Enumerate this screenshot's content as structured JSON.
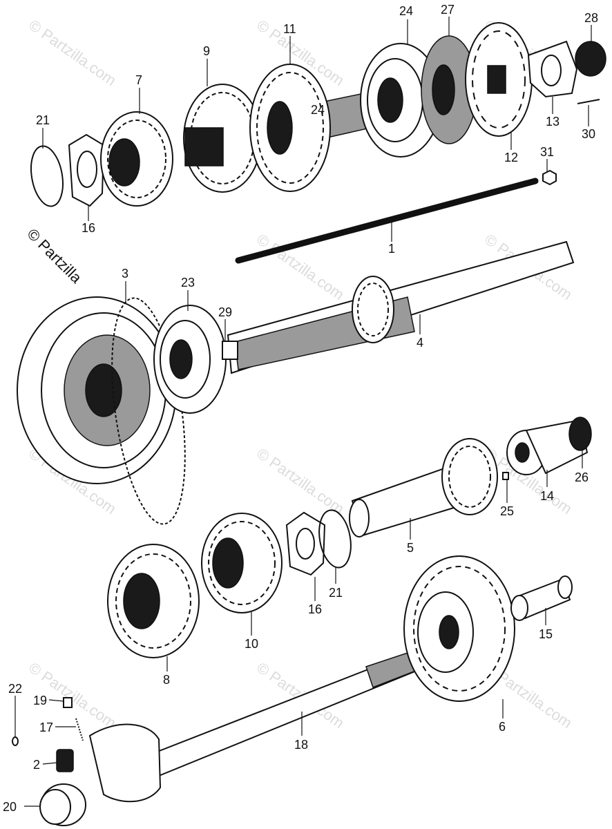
{
  "diagram": {
    "copyright": "© Partzilla",
    "watermark": "© Partzilla.com",
    "callouts": [
      {
        "id": "c28",
        "label": "28"
      },
      {
        "id": "c27",
        "label": "27"
      },
      {
        "id": "c24a",
        "label": "24"
      },
      {
        "id": "c11",
        "label": "11"
      },
      {
        "id": "c9",
        "label": "9"
      },
      {
        "id": "c7",
        "label": "7"
      },
      {
        "id": "c21a",
        "label": "21"
      },
      {
        "id": "c16a",
        "label": "16"
      },
      {
        "id": "c24b",
        "label": "24"
      },
      {
        "id": "c13",
        "label": "13"
      },
      {
        "id": "c30",
        "label": "30"
      },
      {
        "id": "c12",
        "label": "12"
      },
      {
        "id": "c31",
        "label": "31"
      },
      {
        "id": "c1",
        "label": "1"
      },
      {
        "id": "c3",
        "label": "3"
      },
      {
        "id": "c23",
        "label": "23"
      },
      {
        "id": "c29",
        "label": "29"
      },
      {
        "id": "c4",
        "label": "4"
      },
      {
        "id": "c26",
        "label": "26"
      },
      {
        "id": "c14",
        "label": "14"
      },
      {
        "id": "c25",
        "label": "25"
      },
      {
        "id": "c5",
        "label": "5"
      },
      {
        "id": "c21b",
        "label": "21"
      },
      {
        "id": "c16b",
        "label": "16"
      },
      {
        "id": "c10",
        "label": "10"
      },
      {
        "id": "c8",
        "label": "8"
      },
      {
        "id": "c15",
        "label": "15"
      },
      {
        "id": "c6",
        "label": "6"
      },
      {
        "id": "c22",
        "label": "22"
      },
      {
        "id": "c19",
        "label": "19"
      },
      {
        "id": "c17",
        "label": "17"
      },
      {
        "id": "c18",
        "label": "18"
      },
      {
        "id": "c2",
        "label": "2"
      },
      {
        "id": "c20",
        "label": "20"
      }
    ]
  }
}
